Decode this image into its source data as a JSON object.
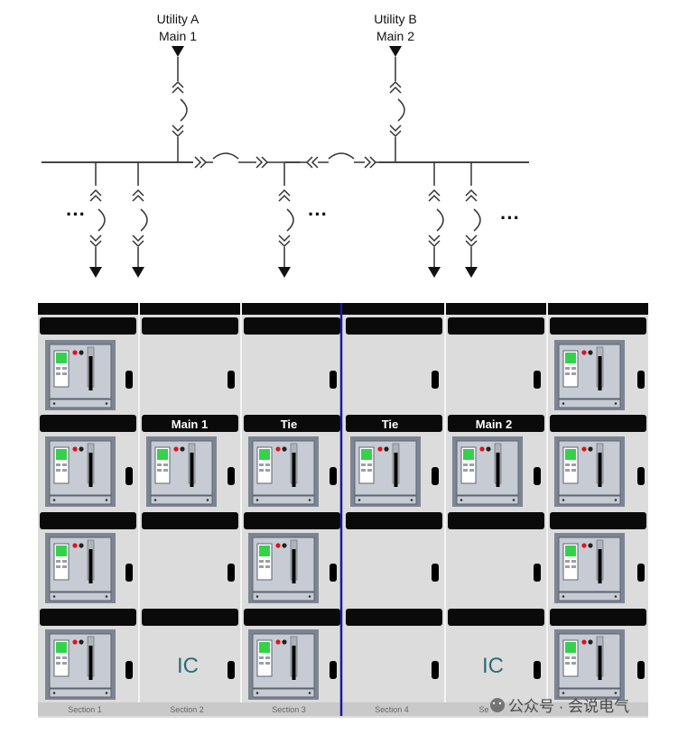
{
  "single_line": {
    "utility_a": {
      "line1": "Utility A",
      "line2": "Main 1"
    },
    "utility_b": {
      "line1": "Utility B",
      "line2": "Main 2"
    },
    "ellipsis": "···"
  },
  "lineup": {
    "colors": {
      "cell": "#dcdcdc",
      "header_bar": "#0a0a0a",
      "section_divider": "#1a1aa0",
      "breaker_frame": "#7d8593",
      "breaker_face": "#c7cbd3",
      "display": "#33d24a",
      "indicator_red": "#e3101d",
      "handle": "#000000"
    },
    "label_bars": [
      {
        "text": "Main 1"
      },
      {
        "text": "Tie"
      },
      {
        "text": "Tie"
      },
      {
        "text": "Main 2"
      }
    ],
    "ic_labels": [
      {
        "text": "IC"
      },
      {
        "text": "IC"
      }
    ],
    "sections": [
      {
        "text": "Section 1"
      },
      {
        "text": "Section 2"
      },
      {
        "text": "Section 3"
      },
      {
        "text": "Section 4"
      },
      {
        "text": "Se"
      }
    ]
  },
  "watermark": {
    "text": "公众号 · 会说电气"
  }
}
